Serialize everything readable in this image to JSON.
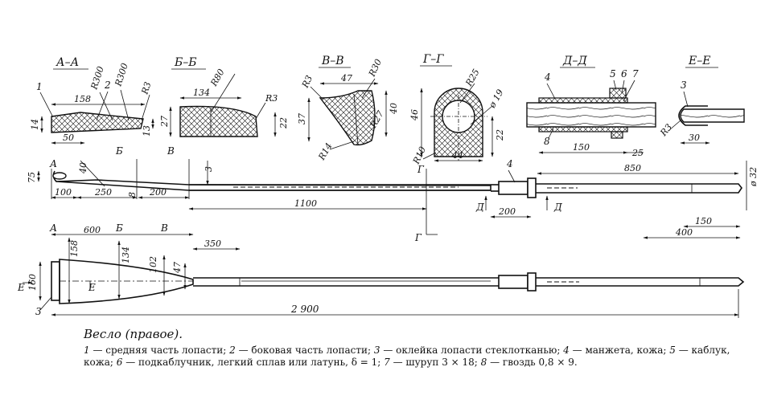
{
  "sections": {
    "a": "А–А",
    "b": "Б–Б",
    "v": "В–В",
    "g": "Г–Г",
    "d": "Д–Д",
    "e": "Е–Е"
  },
  "section_a": {
    "part1": "1",
    "part2": "2",
    "w158": "158",
    "r300a": "R300",
    "r300b": "R300",
    "r3": "R3",
    "h14": "14",
    "w50": "50",
    "h13": "13"
  },
  "section_b": {
    "w134": "134",
    "r80": "R80",
    "r3": "R3",
    "h27": "27",
    "h22": "22"
  },
  "section_v": {
    "w47": "47",
    "r30": "R30",
    "r3": "R3",
    "h37": "37",
    "h40": "40",
    "r27": "R27",
    "r14": "R14"
  },
  "section_g": {
    "r25": "R25",
    "d19": "ø 19",
    "h46": "46",
    "h22": "22",
    "r10": "R10",
    "w44": "44"
  },
  "section_d": {
    "part4": "4",
    "part5": "5",
    "part6": "6",
    "part7": "7",
    "part8": "8",
    "w150": "150",
    "w25": "25"
  },
  "section_e": {
    "part3": "3",
    "r3": "R3",
    "w30": "30"
  },
  "side_view": {
    "h75": "75",
    "w40": "40",
    "w100": "100",
    "w250": "250",
    "w8": "8",
    "w200": "200",
    "w3": "3",
    "w1100": "1100",
    "part4": "4",
    "w850": "850",
    "d32": "ø 32",
    "w200b": "200",
    "w150": "150",
    "w400": "400",
    "cut_a": "А",
    "cut_b": "Б",
    "cut_v": "В",
    "cut_g": "Г",
    "cut_d1": "Д",
    "cut_d2": "Д"
  },
  "plan_view": {
    "cut_a": "А",
    "cut_b": "Б",
    "cut_v": "В",
    "cut_g": "Г",
    "w600": "600",
    "w350": "350",
    "h158": "158",
    "h134": "134",
    "h102": "102",
    "h47": "47",
    "h160": "160",
    "cut_e1": "Е",
    "cut_e2": "Е",
    "part3": "3",
    "total": "2 900"
  },
  "caption": {
    "title": "Весло (правое).",
    "legend": [
      {
        "num": "1",
        "text": " — средняя часть лопасти; "
      },
      {
        "num": "2",
        "text": " — боковая часть лопасти; "
      },
      {
        "num": "3",
        "text": " — оклейка лопасти стеклотканью; "
      },
      {
        "num": "4",
        "text": " — манжета, кожа; "
      },
      {
        "num": "5",
        "text": " — каблук, кожа; "
      },
      {
        "num": "6",
        "text": " — подкаблучник, легкий сплав или латунь, δ = 1; "
      },
      {
        "num": "7",
        "text": " — шуруп 3 × 18; "
      },
      {
        "num": "8",
        "text": " — гвоздь 0,8 × 9."
      }
    ]
  }
}
